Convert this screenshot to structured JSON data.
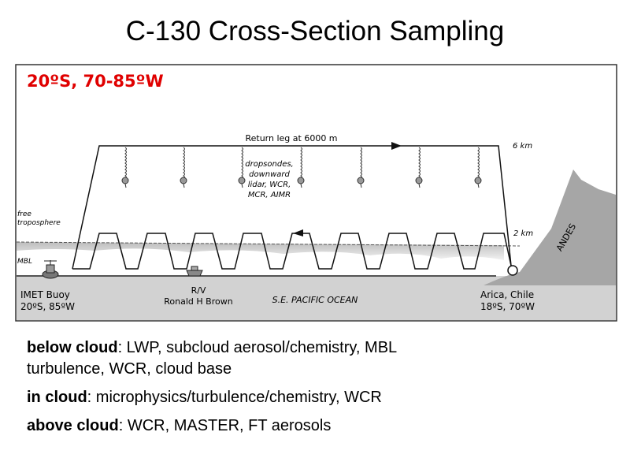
{
  "title": "C-130 Cross-Section Sampling",
  "diagram": {
    "region_label": "20ºS, 70-85ºW",
    "return_leg": "Return leg at 6000 m",
    "alt_6km": "6 km",
    "alt_2km": "2 km",
    "instruments": [
      "dropsondes,",
      "downward",
      "lidar, WCR,",
      "MCR, AIMR"
    ],
    "free_troposphere": [
      "free",
      "troposphere"
    ],
    "mbl": "MBL",
    "buoy": [
      "IMET Buoy",
      "20ºS, 85ºW"
    ],
    "ship": [
      "R/V",
      "Ronald H Brown"
    ],
    "ocean": "S.E. PACIFIC OCEAN",
    "arica": [
      "Arica, Chile",
      "18ºS, 70ºW"
    ],
    "andes": "ANDES",
    "accent_color": "#e00000"
  },
  "bullets": [
    {
      "label": "below cloud",
      "text": ": LWP, subcloud aerosol/chemistry, MBL",
      "text2": "turbulence, WCR, cloud base"
    },
    {
      "label": "in cloud",
      "text": ": microphysics/turbulence/chemistry, WCR"
    },
    {
      "label": "above cloud",
      "text": ": WCR, MASTER, FT aerosols"
    }
  ]
}
